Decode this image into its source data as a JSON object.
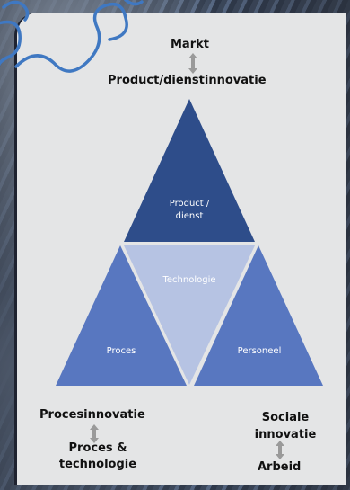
{
  "labels": {
    "top_small": "Markt",
    "top_main": "Product/dienstinnovatie",
    "bottom_left_main": "Procesinnovatie",
    "bottom_left_sub": "Proces & technologie",
    "bottom_right_main": "Sociale innovatie",
    "bottom_right_sub": "Arbeid"
  },
  "triangles": {
    "top": "Product / dienst",
    "top_line1": "Product /",
    "top_line2": "dienst",
    "center": "Technologie",
    "left": "Proces",
    "right": "Personeel"
  },
  "colors": {
    "top": "#2e4d8a",
    "left": "#5877c0",
    "right": "#5877c0",
    "center": "#b6c3e3",
    "background_panel": "#e4e5e6",
    "puzzle_stroke": "#3f78c2",
    "arrow": "#9a9a9a"
  },
  "icons": {
    "arrows": "double-headed-vertical-arrow",
    "decoration": "puzzle-outline"
  }
}
